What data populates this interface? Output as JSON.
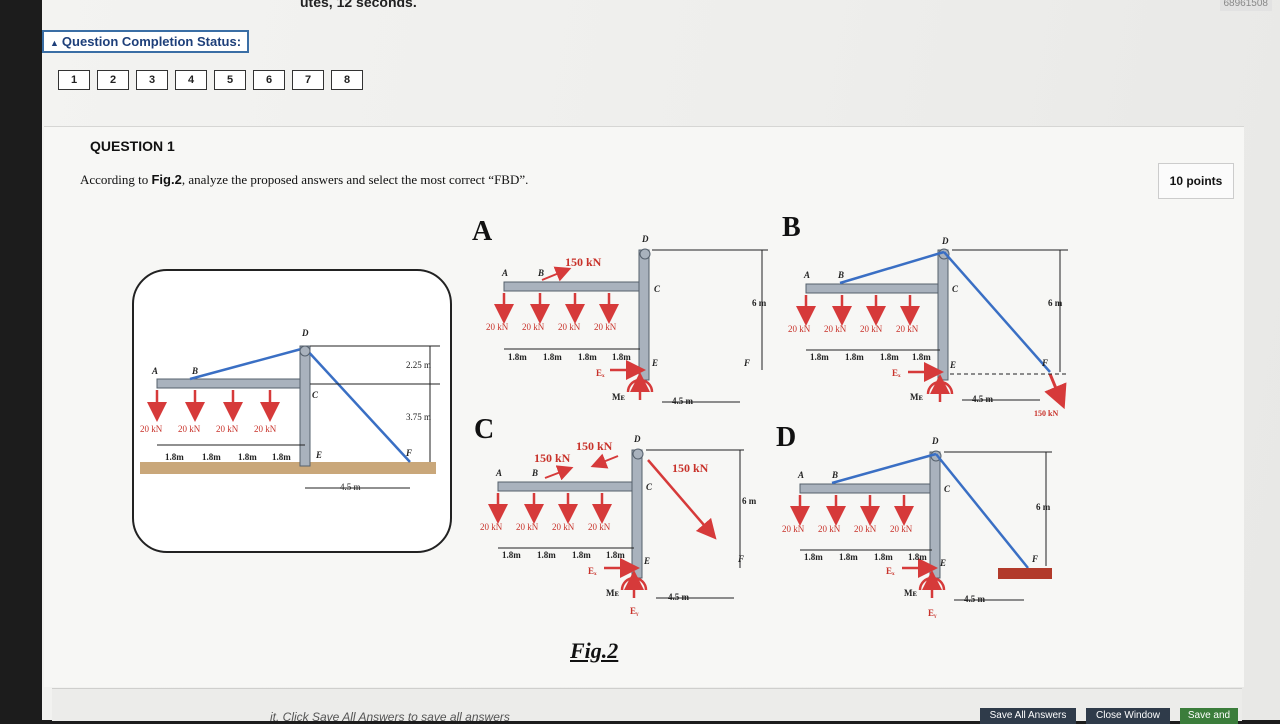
{
  "header": {
    "timer": "utes, 12 seconds.",
    "user_id": "68961508"
  },
  "status": {
    "label": "Question Completion Status:",
    "questions": [
      "1",
      "2",
      "3",
      "4",
      "5",
      "6",
      "7",
      "8"
    ]
  },
  "question": {
    "title": "QUESTION 1",
    "points": "10 points",
    "text_before": "According to ",
    "text_fig": "Fig.2",
    "text_after": ", analyze the proposed answers and select the most correct “FBD”."
  },
  "figure": {
    "caption": "Fig.2",
    "options": [
      "A",
      "B",
      "C",
      "D"
    ],
    "labels": {
      "A": "A",
      "B": "B",
      "C": "C",
      "D": "D",
      "E": "E",
      "F": "F",
      "Ex": "Eₓ",
      "Ey": "Eᵧ",
      "ME": "Mᴇ",
      "load20": "20 kN",
      "load150": "150 kN",
      "span": "1.8m",
      "dim45": "4.5 m",
      "dim6": "6 m",
      "dim225": "2.25 m",
      "dim375": "3.75 m"
    }
  },
  "footer": {
    "hint": "it. Click Save All Answers to save all answers",
    "save_all": "Save All Answers",
    "close": "Close Window",
    "save_submit": "Save and"
  }
}
